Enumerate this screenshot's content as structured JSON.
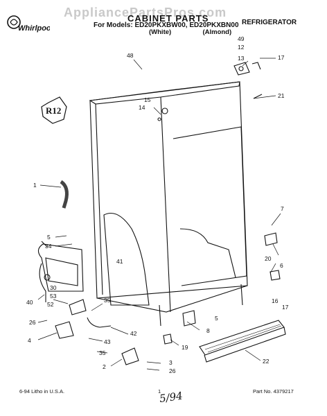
{
  "header": {
    "brand": "Whirlpool",
    "watermark": "AppliancePartsPros.com",
    "title": "CABINET PARTS",
    "models_line": "For Models: ED20PKXBW00, ED20PKXBN00",
    "variant_white": "(White)",
    "variant_almond": "(Almond)",
    "category": "REFRIGERATOR"
  },
  "badge": {
    "text": "R12"
  },
  "callouts": [
    "48",
    "49",
    "12",
    "13",
    "17",
    "21",
    "15",
    "14",
    "1",
    "7",
    "5",
    "34",
    "41",
    "30",
    "53",
    "52",
    "20",
    "6",
    "16",
    "17",
    "40",
    "26",
    "4",
    "35",
    "42",
    "5",
    "8",
    "43",
    "35",
    "2",
    "19",
    "3",
    "26",
    "22"
  ],
  "footer": {
    "left": "6-94 Litho in U.S.A.",
    "page": "1",
    "part_no": "Part No. 4379217",
    "handwriting": "5/94"
  }
}
